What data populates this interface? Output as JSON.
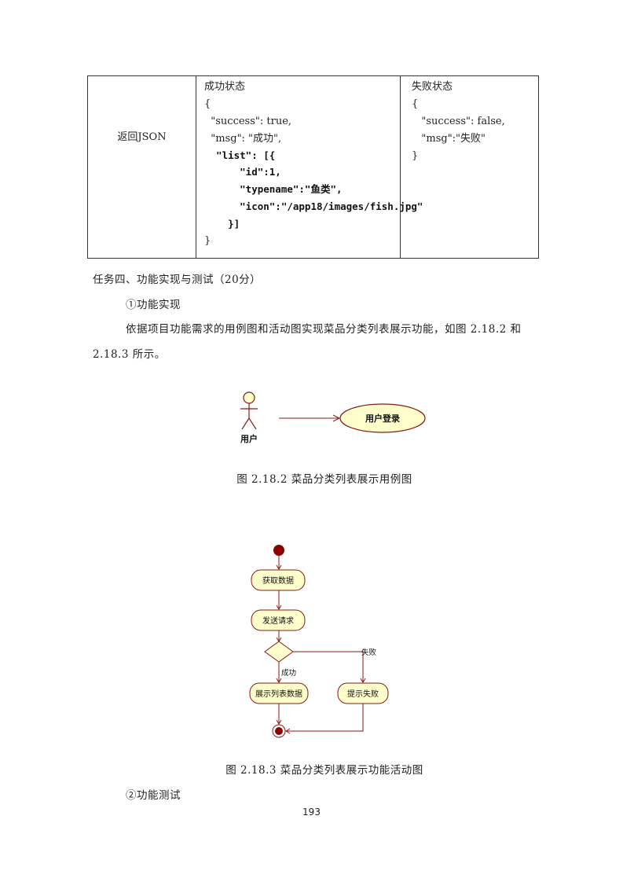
{
  "table": {
    "label": "返回JSON",
    "success": {
      "title": "成功状态",
      "lines": [
        "{",
        "  \"success\": true,",
        "  \"msg\": \"成功\",",
        "  \"list\": [{",
        "      \"id\":1,",
        "      \"typename\":\"鱼类\",",
        "      \"icon\":\"/app18/images/fish.jpg\"",
        "    }]",
        "}"
      ]
    },
    "fail": {
      "title": "失败状态",
      "lines": [
        "{",
        "   \"success\": false,",
        "   \"msg\":\"失败\"",
        "}"
      ]
    }
  },
  "section": {
    "task_heading": "任务四、功能实现与测试（20分）",
    "sub1": "①功能实现",
    "para_line1": "依据项目功能需求的用例图和活动图实现菜品分类列表展示功能，如图 2.18.2 和",
    "para_line2": "2.18.3 所示。",
    "sub2": "②功能测试"
  },
  "usecase": {
    "actor": "用户",
    "usecase": "用户登录",
    "caption": "图 2.18.2   菜品分类列表展示用例图"
  },
  "activity": {
    "step1": "获取数据",
    "step2": "发送请求",
    "success_label": "成功",
    "fail_label": "失败",
    "show_list": "展示列表数据",
    "show_fail": "提示失败",
    "caption": "图 2.18.3   菜品分类列表展示功能活动图"
  },
  "page_number": "193",
  "colors": {
    "node_fill": "#ffffcc",
    "node_stroke": "#8b1a1a",
    "start_fill": "#8b0000"
  }
}
